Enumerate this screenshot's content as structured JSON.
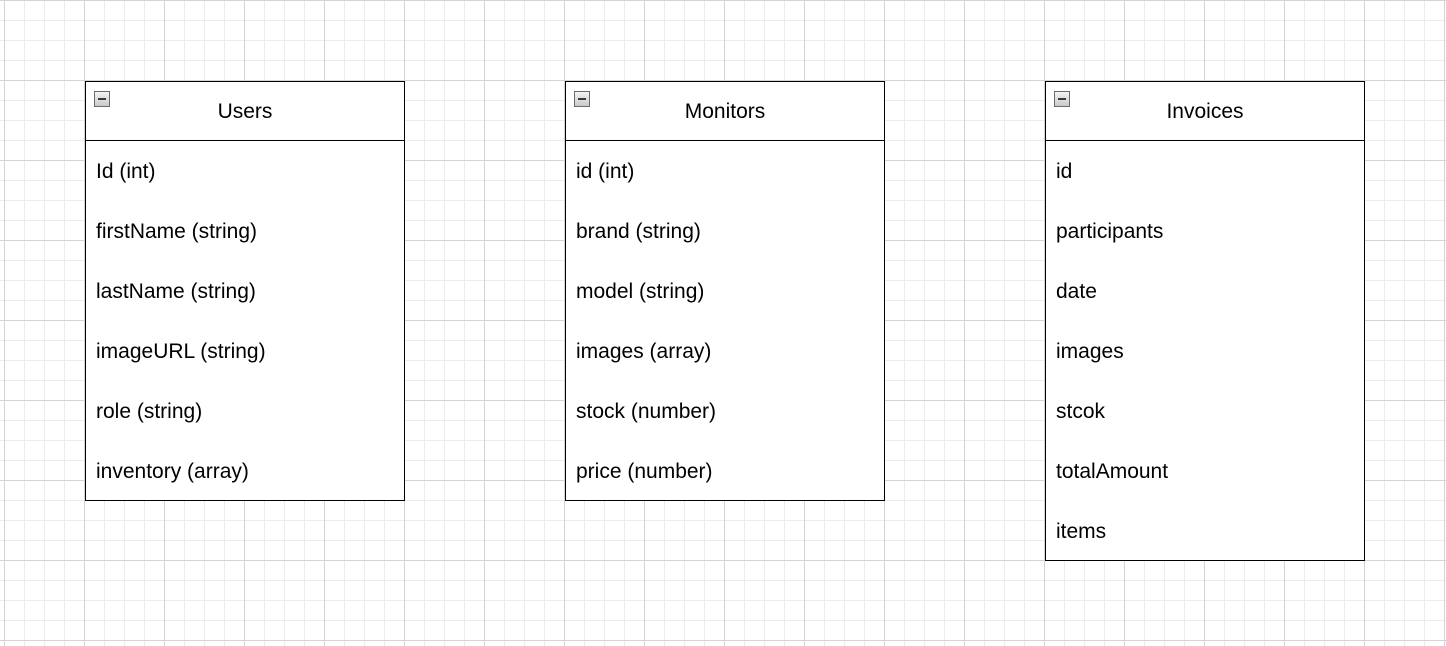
{
  "entities": [
    {
      "name": "Users",
      "attributes": [
        "Id (int)",
        "firstName (string)",
        "lastName (string)",
        "imageURL (string)",
        "role (string)",
        "inventory (array)"
      ]
    },
    {
      "name": "Monitors",
      "attributes": [
        "id (int)",
        "brand (string)",
        "model (string)",
        "images (array)",
        "stock (number)",
        "price (number)"
      ]
    },
    {
      "name": "Invoices",
      "attributes": [
        "id",
        "participants",
        "date",
        "images",
        "stcok",
        "totalAmount",
        "items"
      ]
    }
  ]
}
